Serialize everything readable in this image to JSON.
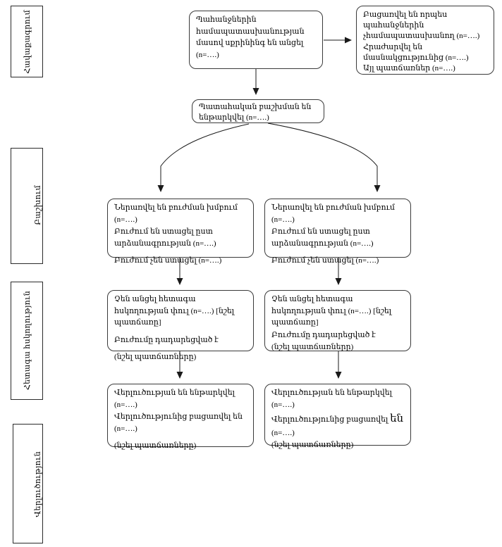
{
  "diagram_title": "Randomized trial flow diagram (Armenian CONSORT template)",
  "placeholder_n": "(n=….)",
  "stages": [
    "Հավաքագրում",
    "Բաշխում",
    "Հետագա հսկողություն",
    "Վերլուծություն"
  ],
  "screening": {
    "text": "Պահանջներին համապատասխանության մասով սքրինինգ են անցել (n=….)"
  },
  "excluded": {
    "p1": "Բացառվել են որպես պահանջներին չհամապատասխանող (n=….)",
    "p2": "Հրաժարվել են մասնակցությունից (n=….)",
    "p3": "Այլ պատճառներ (n=….)"
  },
  "randomized": {
    "text": "Պատահական բաշխման են ենթարկվել (n=….)"
  },
  "alloc_left": {
    "p1": "Ներառվել են բուժման խմբում (n=….)",
    "p2": "Բուժում են ստացել ըստ արձանագրության (n=….)",
    "p3": "Բուժում չեն ստացել (n=….)"
  },
  "alloc_right": {
    "p1": "Ներառվել են բուժման խմբում (n=….)",
    "p2": "Բուժում են ստացել ըստ արձանագրության (n=….)",
    "p3": "Բուժում չեն ստացել (n=….)"
  },
  "followup_left": {
    "p1": "Չեն անցել հետագա հսկողության փուլ (n=….) [նշել պատճառը]",
    "p2": "Բուժումը դադարեցված է",
    "p3": "(նշել պատճառները)"
  },
  "followup_right": {
    "p1": "Չեն անցել հետագա հսկողության փուլ (n=….) [նշել պատճառը]",
    "p2": "Բուժումը դադարեցված է",
    "p3": "(նշել պատճառները)"
  },
  "analysis_left": {
    "p1": "Վերլուծության են ենթարկվել (n=….)",
    "p2": "Վերլուծությունից բացառվել են (n=….)",
    "p3": "(նշել պատճառները)"
  },
  "analysis_right": {
    "p1": "Վերլուծության են ենթարկվել (n=….)",
    "p2_prefix": "Վերլուծությունից բացառվել ",
    "p2_emph": "են",
    "p2_suffix": " (n=….)",
    "p3": "(նշել պատճառները)"
  },
  "colors": {
    "line": "#1a1a1a",
    "box_border": "#3a3a3a",
    "background": "#ffffff",
    "text": "#000000"
  }
}
